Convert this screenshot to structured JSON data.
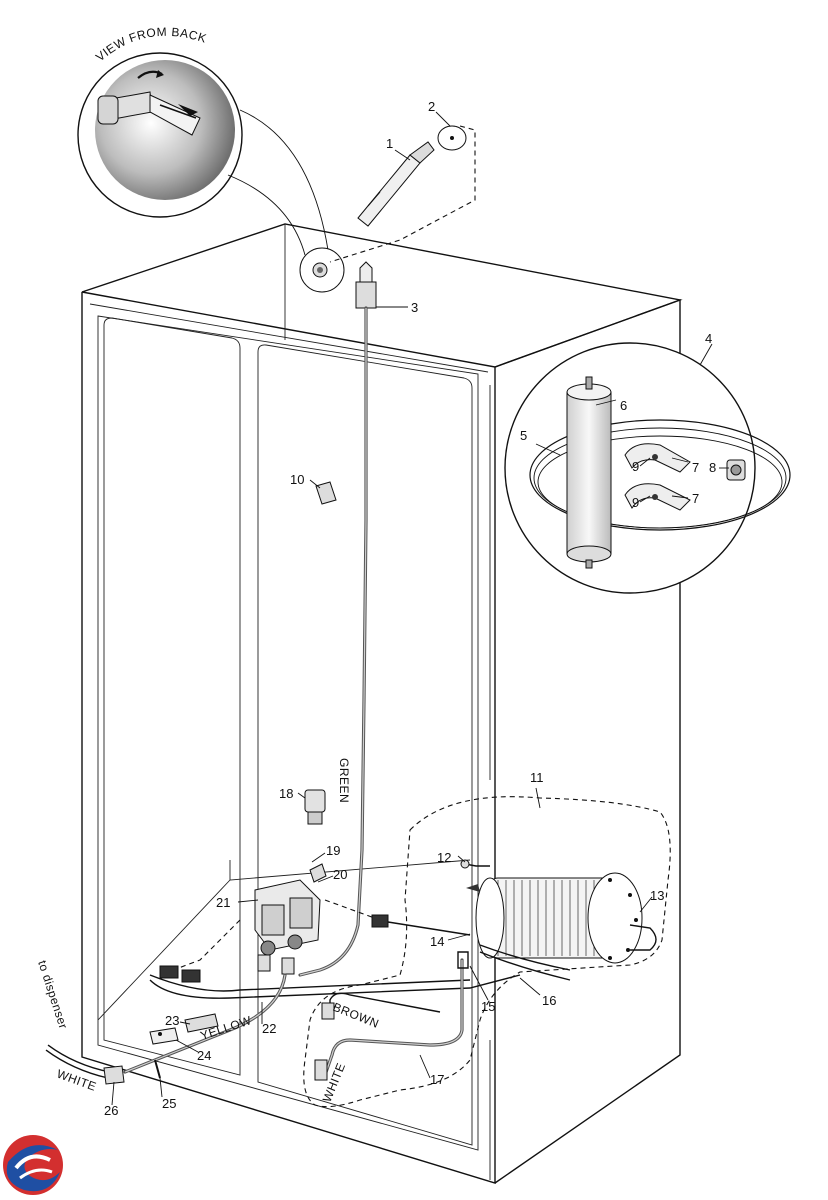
{
  "diagram": {
    "view_label": "VIEW FROM BACK",
    "callouts": [
      "1",
      "2",
      "3",
      "4",
      "5",
      "6",
      "7",
      "7",
      "8",
      "9",
      "9",
      "10",
      "11",
      "12",
      "13",
      "14",
      "15",
      "16",
      "17",
      "18",
      "19",
      "20",
      "21",
      "22",
      "23",
      "24",
      "25",
      "26"
    ],
    "wire_labels": {
      "green": "GREEN",
      "yellow": "YELLOW",
      "brown": "BROWN",
      "white_lower": "WHITE",
      "white_dispenser": "WHITE",
      "to_dispenser": "to dispenser"
    },
    "colors": {
      "line": "#111111",
      "logo_red": "#d32f2f",
      "logo_blue": "#1f4fa3"
    },
    "logo_icon": "brand-logo-icon"
  }
}
